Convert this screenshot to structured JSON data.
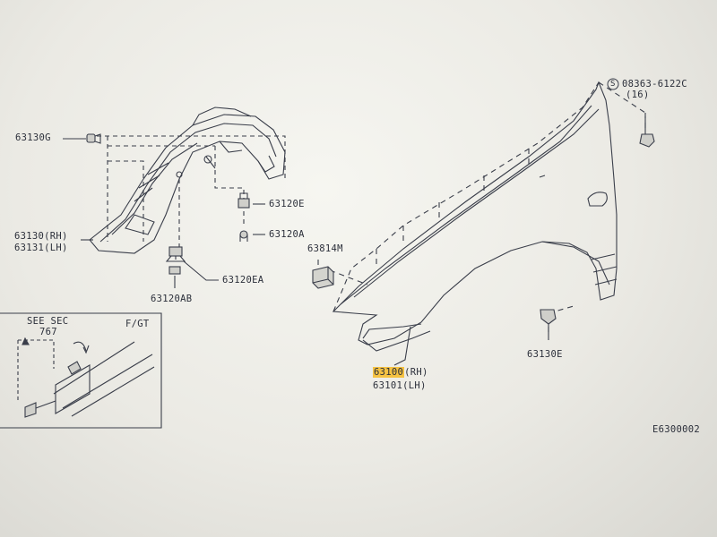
{
  "labels": {
    "p63130G": "63130G",
    "p63130RH": "63130(RH)",
    "p63131LH": "63131(LH)",
    "p63120E": "63120E",
    "p63120A": "63120A",
    "p63120EA": "63120EA",
    "p63120AB": "63120AB",
    "p63814M": "63814M",
    "bolt_code": "08363-6122C",
    "bolt_qty": "(16)",
    "bolt_symbol": "S",
    "p63100_num": "63100",
    "p63100_side": "(RH)",
    "p63101LH": "63101(LH)",
    "p63130E": "63130E",
    "see_sec_line1": "SEE SEC",
    "see_sec_line2": "767",
    "inset_tag": "F/GT",
    "figure_id": "E6300002"
  },
  "colors": {
    "line": "#3a3e4a",
    "highlight": "#f5c242",
    "paper": "#efeee8"
  }
}
